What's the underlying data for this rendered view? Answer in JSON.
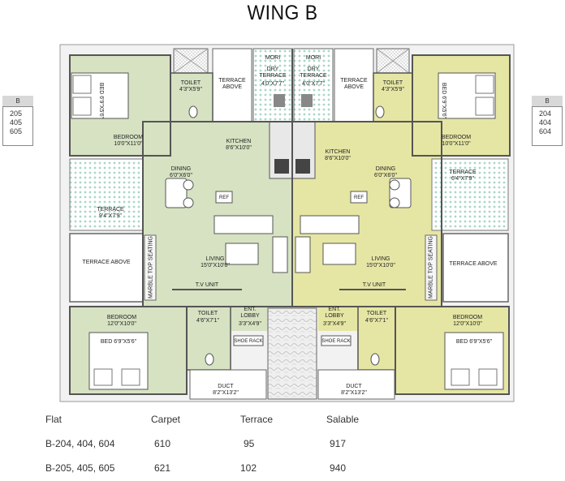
{
  "title": "WING B",
  "side_tags": {
    "left": {
      "header": "B",
      "flats": [
        "205",
        "405",
        "605"
      ]
    },
    "right": {
      "header": "B",
      "flats": [
        "204",
        "404",
        "604"
      ]
    }
  },
  "rooms": {
    "bedroom_top": "BEDROOM",
    "bedroom_top_size": "10'0\"X11'0\"",
    "bed_top_left": "BED 6'9\"X5'6\"",
    "bed_top_right": "BED 6'9\"X5'6\"",
    "toilet": "TOILET",
    "toilet_top_size": "4'3\"X5'9\"",
    "terrace_above": "TERRACE ABOVE",
    "mori": "MORI",
    "dry_terrace": "DRY TERRACE",
    "dry_terrace_size": "4'0\"X7'7\"",
    "kitchen": "KITCHEN",
    "kitchen_size": "8'6\"X10'0\"",
    "dining": "DINING",
    "dining_size": "6'0\"X6'0\"",
    "terrace": "TERRACE",
    "terrace_left_size": "9'4\"X7'9\"",
    "terrace_right_size": "6'4\"X7'9\"",
    "ref": "REF",
    "living": "LIVING",
    "living_size": "15'0\"X10'0\"",
    "marble_seating": "MARBLE TOP SEATING",
    "tv_unit": "T.V UNIT",
    "bedroom_bottom_size": "12'0\"X10'0\"",
    "bed_bottom": "BED 6'9\"X5'6\"",
    "toilet_bottom_size": "4'6\"X7'1\"",
    "ent_lobby": "ENT. LOBBY",
    "ent_lobby_size": "3'3\"X4'9\"",
    "shoe_rack": "SHOE RACK",
    "duct": "DUCT",
    "duct_size": "8'2\"X13'2\""
  },
  "table": {
    "headers": [
      "Flat",
      "Carpet",
      "Terrace",
      "Salable"
    ],
    "rows": [
      [
        "B-204, 404, 604",
        "610",
        "95",
        "917"
      ],
      [
        "B-205, 405, 605",
        "621",
        "102",
        "940"
      ]
    ]
  },
  "colors": {
    "left_flat": "#d6e2c2",
    "right_flat": "#e5e6a4",
    "terrace_dots": "#a9d7c8",
    "wall": "#555555"
  }
}
